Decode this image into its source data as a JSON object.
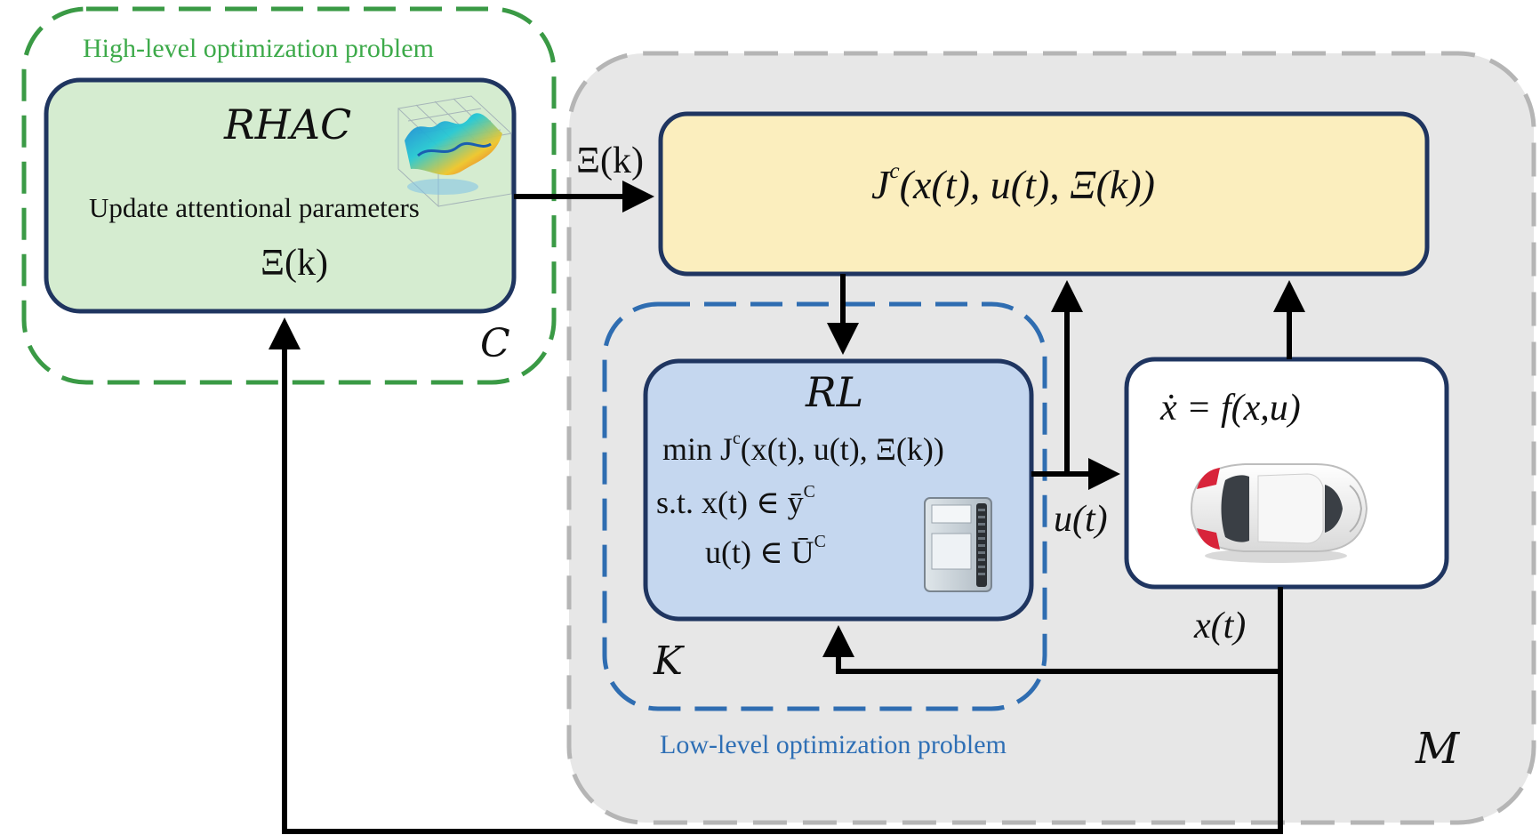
{
  "high_level": {
    "caption": "High-level optimization problem",
    "set_symbol": "C"
  },
  "rhac": {
    "title": "RHAC",
    "line1": "Update attentional parameters",
    "param": "Ξ(k)"
  },
  "cost_box": {
    "text_J": "J",
    "text_c": "c",
    "text_args": "(x(t), u(t), Ξ(k))"
  },
  "input_arrow_label": "Ξ(k)",
  "rl": {
    "title": "RL",
    "line_min_pre": "min J",
    "line_min_sup": "c",
    "line_min_post": "(x(t), u(t), Ξ(k))",
    "line_st_pre": "s.t. x(t) ∈ ȳ",
    "line_st_sup": "C",
    "line_u_pre": "u(t) ∈ Ū",
    "line_u_sup": "C",
    "set_symbol": "K"
  },
  "plant": {
    "dynamics": "ẋ = f(x,u)"
  },
  "signals": {
    "control": "u(t)",
    "state": "x(t)"
  },
  "low_level": {
    "caption": "Low-level optimization problem",
    "set_symbol": "M"
  },
  "colors": {
    "green_dash": "#3a9a45",
    "green_fill": "#d5ecd0",
    "dark_border": "#1f3560",
    "yellow_fill": "#fbeebe",
    "blue_fill": "#c5d7ef",
    "blue_dash": "#2f6db1",
    "gray_region": "#e7e7e7",
    "gray_dash": "#b5b5b5",
    "arrow": "#000000"
  }
}
